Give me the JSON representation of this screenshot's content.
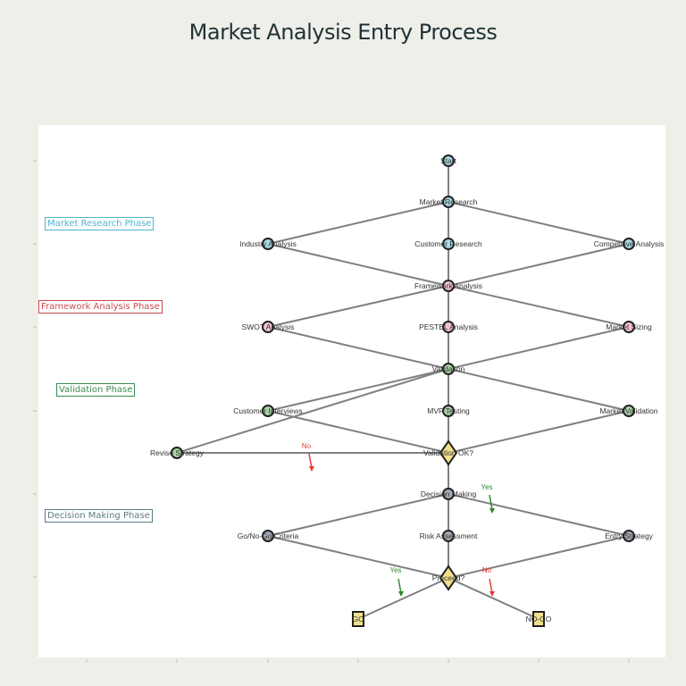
{
  "title": "Market Analysis Entry Process",
  "phases": [
    {
      "label": "Market Research Phase",
      "color": "#4fb3cf"
    },
    {
      "label": "Framework Analysis Phase",
      "color": "#c94c4c"
    },
    {
      "label": "Validation Phase",
      "color": "#3d8a4f"
    },
    {
      "label": "Decision Making Phase",
      "color": "#5e7a86"
    }
  ],
  "phase_fills": [
    "#a7d9e5",
    "#f3c3cb",
    "#a9d3a4",
    "#a3adb8"
  ],
  "decision_fill": "#f0e08c",
  "nodes": [
    {
      "id": "start",
      "label": "Start",
      "phase": 0,
      "shape": "circle"
    },
    {
      "id": "mr",
      "label": "Market Research",
      "phase": 0,
      "shape": "circle"
    },
    {
      "id": "ia",
      "label": "Industry Analysis",
      "phase": 0,
      "shape": "circle"
    },
    {
      "id": "cr",
      "label": "Customer Research",
      "phase": 0,
      "shape": "circle"
    },
    {
      "id": "ca",
      "label": "Competitive Analysis",
      "phase": 0,
      "shape": "circle"
    },
    {
      "id": "fa",
      "label": "Framework Analysis",
      "phase": 1,
      "shape": "circle"
    },
    {
      "id": "swot",
      "label": "SWOT Analysis",
      "phase": 1,
      "shape": "circle"
    },
    {
      "id": "pestel",
      "label": "PESTEL Analysis",
      "phase": 1,
      "shape": "circle"
    },
    {
      "id": "ms",
      "label": "Market Sizing",
      "phase": 1,
      "shape": "circle"
    },
    {
      "id": "val",
      "label": "Validation",
      "phase": 2,
      "shape": "circle"
    },
    {
      "id": "ci",
      "label": "Customer Interviews",
      "phase": 2,
      "shape": "circle"
    },
    {
      "id": "mvp",
      "label": "MVP Testing",
      "phase": 2,
      "shape": "circle"
    },
    {
      "id": "mv",
      "label": "Market Validation",
      "phase": 2,
      "shape": "circle"
    },
    {
      "id": "rs",
      "label": "Revise Strategy",
      "phase": 2,
      "shape": "circle"
    },
    {
      "id": "vok",
      "label": "Validation OK?",
      "phase": -1,
      "shape": "diamond"
    },
    {
      "id": "dm",
      "label": "Decision Making",
      "phase": 3,
      "shape": "circle"
    },
    {
      "id": "gnc",
      "label": "Go/No-Go Criteria",
      "phase": 3,
      "shape": "circle"
    },
    {
      "id": "ra",
      "label": "Risk Assessment",
      "phase": 3,
      "shape": "circle"
    },
    {
      "id": "es",
      "label": "Entry Strategy",
      "phase": 3,
      "shape": "circle"
    },
    {
      "id": "proc",
      "label": "Proceed?",
      "phase": -1,
      "shape": "diamond"
    },
    {
      "id": "go",
      "label": "GO",
      "phase": -1,
      "shape": "square"
    },
    {
      "id": "nogo",
      "label": "NO-GO",
      "phase": -1,
      "shape": "square"
    }
  ],
  "edges": [
    [
      "start",
      "mr"
    ],
    [
      "mr",
      "ia"
    ],
    [
      "mr",
      "cr"
    ],
    [
      "mr",
      "ca"
    ],
    [
      "ia",
      "fa"
    ],
    [
      "cr",
      "fa"
    ],
    [
      "ca",
      "fa"
    ],
    [
      "fa",
      "swot"
    ],
    [
      "fa",
      "pestel"
    ],
    [
      "fa",
      "ms"
    ],
    [
      "swot",
      "val"
    ],
    [
      "pestel",
      "val"
    ],
    [
      "ms",
      "val"
    ],
    [
      "val",
      "ci"
    ],
    [
      "val",
      "mvp"
    ],
    [
      "val",
      "mv"
    ],
    [
      "val",
      "rs"
    ],
    [
      "ci",
      "vok"
    ],
    [
      "mvp",
      "vok"
    ],
    [
      "mv",
      "vok"
    ],
    [
      "vok",
      "rs"
    ],
    [
      "vok",
      "dm"
    ],
    [
      "dm",
      "gnc"
    ],
    [
      "dm",
      "ra"
    ],
    [
      "dm",
      "es"
    ],
    [
      "gnc",
      "proc"
    ],
    [
      "ra",
      "proc"
    ],
    [
      "es",
      "proc"
    ],
    [
      "proc",
      "go"
    ],
    [
      "proc",
      "nogo"
    ]
  ],
  "edge_labels": [
    {
      "text": "No",
      "color": "#e53b2c"
    },
    {
      "text": "Yes",
      "color": "#2f8a2a"
    },
    {
      "text": "Yes",
      "color": "#2f8a2a"
    },
    {
      "text": "No",
      "color": "#e53b2c"
    }
  ]
}
